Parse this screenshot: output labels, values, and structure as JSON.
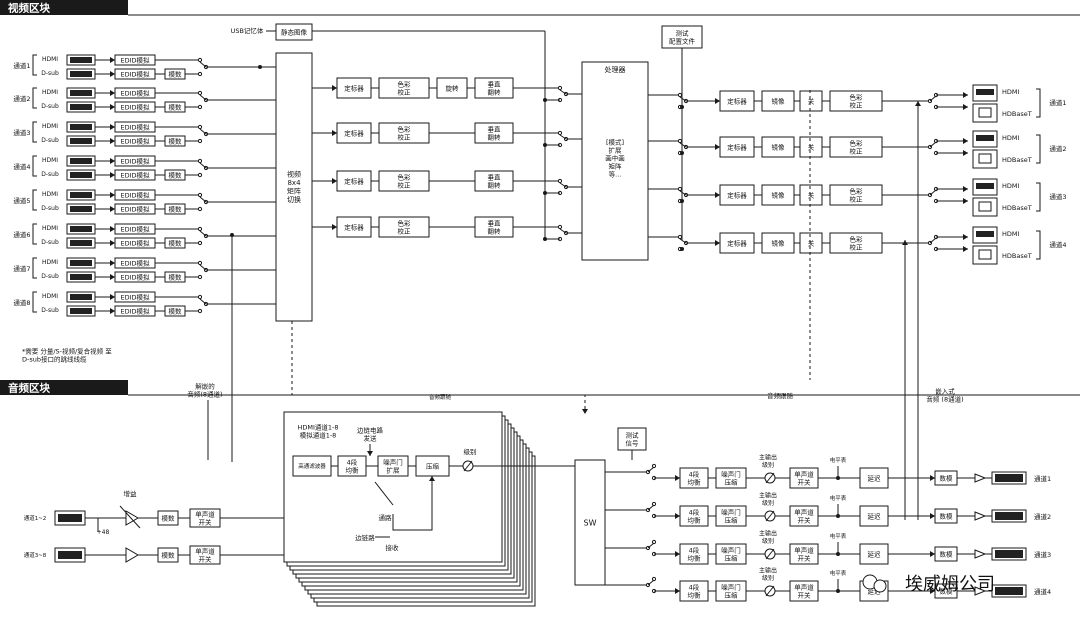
{
  "video": {
    "title": "视频区块",
    "usb": "USB记忆体",
    "still": "静态图像",
    "hdmi": "HDMI",
    "dsub": "D-sub",
    "edid": "EDID模拟",
    "analog": "模数",
    "inputs": [
      "通道1",
      "通道2",
      "通道3",
      "通道4",
      "通道5",
      "通道6",
      "通道7",
      "通道8"
    ],
    "matrix": [
      "视频",
      "8x4",
      "矩阵",
      "切换"
    ],
    "scaler": "定标器",
    "color": [
      "色彩",
      "校正"
    ],
    "rotate": "旋转",
    "flip": [
      "垂直",
      "翻转"
    ],
    "processor": "处理器",
    "proc_text": [
      "[模式]",
      "扩展",
      "画中画",
      "矩阵",
      "等..."
    ],
    "test": [
      "测试",
      "配置文件"
    ],
    "mirror": "镜像",
    "off": "关",
    "out_hdmi": "HDMI",
    "hdbaset": "HDBaseT",
    "outputs": [
      "通道1",
      "通道2",
      "通道3",
      "通道4"
    ],
    "note": [
      "*需要 分量/S-视频/复合视频 至",
      "D-sub接口的跳线线缆"
    ]
  },
  "audio": {
    "title": "音频区块",
    "deembed": [
      "解嵌的",
      "音频(8通道)"
    ],
    "follow": "音频跟随",
    "follow2": "音频跟随",
    "dsp_title": [
      "HDMI通道1-8",
      "模拟通道1-8"
    ],
    "hpf": "高通滤波器",
    "eq4": [
      "4段",
      "均衡"
    ],
    "sidechain_send": [
      "边链电路",
      "发送"
    ],
    "gate": [
      "噪声门",
      "扩展"
    ],
    "compress": "压缩",
    "level": "级别",
    "path": "通路",
    "sidechain_recv": "边链路",
    "receive": "接收",
    "gain": "增益",
    "phantom": "+48",
    "in12": "通道1~2",
    "in38": "通道3~8",
    "adc": "模数",
    "mono": [
      "单声道",
      "开关"
    ],
    "sw": "SW",
    "test_sig": [
      "测试",
      "信号"
    ],
    "eq4b": [
      "4段",
      "均衡"
    ],
    "gate2": [
      "噪声门",
      "压缩"
    ],
    "master": [
      "主输出",
      "级别"
    ],
    "meter": "电平表",
    "delay": "延迟",
    "embed": [
      "嵌入式",
      "音频 (8通道)"
    ],
    "dac": "数模",
    "outputs": [
      "通道1",
      "通道2",
      "通道3",
      "通道4"
    ]
  },
  "watermark": "埃威姆公司"
}
